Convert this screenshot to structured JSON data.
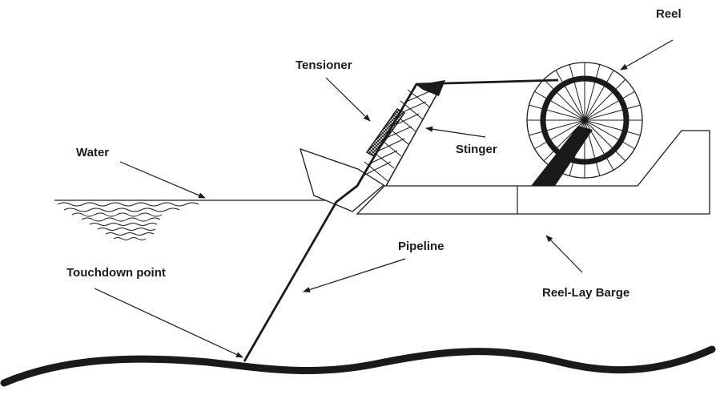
{
  "labels": {
    "reel": "Reel",
    "tensioner": "Tensioner",
    "stinger": "Stinger",
    "water": "Water",
    "pipeline": "Pipeline",
    "touchdown": "Touchdown point",
    "barge": "Reel-Lay Barge"
  },
  "colors": {
    "ink": "#1a1a1a",
    "background": "#ffffff"
  }
}
